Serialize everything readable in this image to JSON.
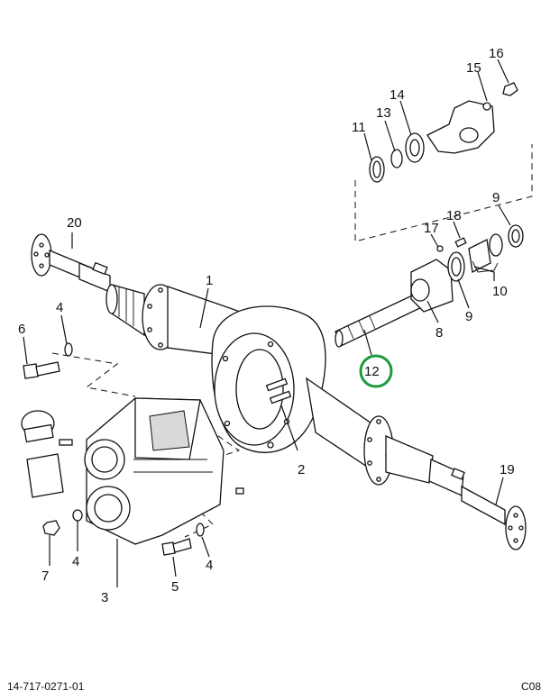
{
  "callouts": {
    "c1": "1",
    "c2": "2",
    "c3": "3",
    "c4a": "4",
    "c4b": "4",
    "c4c": "4",
    "c5": "5",
    "c6": "6",
    "c7": "7",
    "c8": "8",
    "c9a": "9",
    "c9b": "9",
    "c10": "10",
    "c11": "11",
    "c12": "12",
    "c13": "13",
    "c14": "14",
    "c15": "15",
    "c16": "16",
    "c17": "17",
    "c18": "18",
    "c19": "19",
    "c20": "20"
  },
  "highlight": {
    "callout": "12",
    "color": "#1a9a3a"
  },
  "footer": {
    "left": "14-717-0271-01",
    "right": "C08"
  }
}
